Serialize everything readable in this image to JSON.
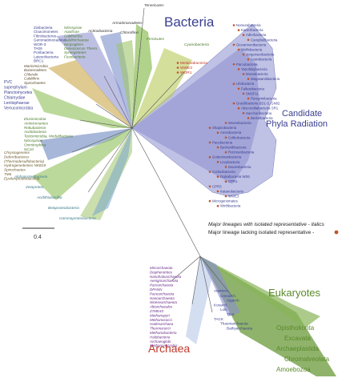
{
  "domains": {
    "bacteria": "Bacteria",
    "archaea": "Archaea",
    "eukaryotes": "Eukaryotes",
    "cpr": [
      "Candidate",
      "Phyla Radiation"
    ]
  },
  "colors": {
    "bacteria": "#3a3f8f",
    "archaea": "#c0392b",
    "eukaryotes": "#5a8a2a",
    "cpr_fan": "#7b7fc4",
    "green_fan": "#8fbf5a",
    "tan_fan": "#c9a64a",
    "blue_fan": "#4f6fb3",
    "dot": "#c0542a",
    "branch": "#555555"
  },
  "legend": {
    "line1": "Major lineages with isolated representative - italics",
    "line2": "Major lineage lacking isolated representative -"
  },
  "scale": {
    "label": "0.4"
  },
  "labels": {
    "top": [
      "Tenericutes",
      "Armatimonadetes",
      "Actinobacteria",
      "Chloroflexi",
      "Firmicutes",
      "Cyanobacteria"
    ],
    "left_upper": [
      "Zixibacteria",
      "Cloacimonetes",
      "Fibrobacteres",
      "Gemmatimonadetes",
      "WOR-3",
      "TA06",
      "Poribacteria",
      "Latescibacteria",
      "BRC1"
    ],
    "left_upper2": [
      "Nitrospirae",
      "Aquificae",
      "Caldiserica",
      "Calditrichaeota",
      "Dictyoglomi",
      "Deinococcus-Therm.",
      "Synergistetes",
      "Fusobacteria"
    ],
    "left_mid": [
      "Marinimicrobia",
      "Bacteroidetes",
      "Chlorobi",
      "Caldithrix",
      "Spirochaetes"
    ],
    "pvc": [
      "PVC",
      "superphylum",
      "Planctomycetes",
      "Chlamydiae",
      "Lentisphaerae",
      "Verrucomicrobia"
    ],
    "left_mid2": [
      "Elusimicrobia",
      "Aminicenantes",
      "Rokubacteria",
      "Acidobacteria",
      "Tectomicrobia, Modulibacteria",
      "Nitrospinae",
      "Omnitrophica",
      "NC10"
    ],
    "left_low": [
      "Chrysiogenetes",
      "Deferribacteres",
      "(Thermodesulfobacteria)",
      "Hydrogenedentes NKB19",
      "Spirochaetes",
      "TM6",
      "Epsilonproteobacteria"
    ],
    "proteo": [
      "Alphaproteobacteria",
      "Zetaproteo.",
      "Acidithiobacillia",
      "Betaproteobacteria",
      "Gammaproteobacteria"
    ],
    "mid": [
      "Melainabacteria",
      "WWE3",
      "WOR1"
    ],
    "cpr": [
      "Nomurabacteria",
      "Kaiserbacteria",
      "Adlerbacteria",
      "Campbellbacteria",
      "Giovannonibacteria",
      "Wolfebacteria",
      "Jorgensenbacteria",
      "Azambacteria",
      "Parcubacteria",
      "Yanofskybacteria",
      "Moranbacteria",
      "Magasanikbacteria",
      "Uhrbacteria",
      "Falkowbacteria",
      "SM2F11",
      "Peregrinibacteria",
      "Gracilibacteria BD1-5, GN02",
      "Absconditabacteria SR1",
      "Saccharibacteria",
      "Berkelbacteria",
      "Woesebacteria",
      "Shapirobacteria",
      "Amesbacteria",
      "Collierbacteria",
      "Pacebacteria",
      "Beckwithbacteria",
      "Roizmanbacteria",
      "Gottesmanbacteria",
      "Levybacteria",
      "Daviesbacteria",
      "Curtissbacteria",
      "Dojkabacteria WS6",
      "CPR1",
      "CPR3",
      "Katanobacteria",
      "WWE3",
      "Microgenomates",
      "Wirthbacteria"
    ],
    "archaea": [
      "Micrarchaeota",
      "Diapherotrites",
      "Nanohaloarchaeota",
      "Aenigmarchaeota",
      "Parvarchaeota",
      "DPANN",
      "Pacearchaeota",
      "Nanoarchaeota",
      "Woesearchaeota",
      "Altiarchaeales",
      "Z7ME43",
      "Methanopyri",
      "Methanococci",
      "Hadesarchaea",
      "Thermococci",
      "Methanobacteria",
      "Halobacteria",
      "Archaeoglobi",
      "Methanomicrobia"
    ],
    "tack": [
      "YNPFFA",
      "Crenarch.",
      "Aigarch.",
      "Korarch.",
      "Loki.",
      "Thor.",
      "TACK",
      "Thaumarchaeota",
      "Bathyarchaeota"
    ],
    "euk": [
      "Opisthokonta",
      "Excavata",
      "Archaeplastida",
      "Chromalveolata",
      "Amoebozoa"
    ]
  }
}
